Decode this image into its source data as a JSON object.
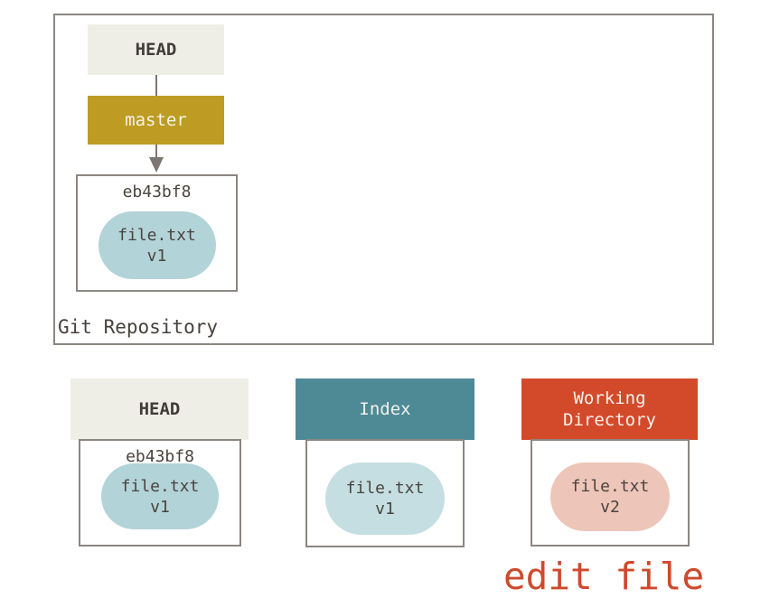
{
  "diagram": {
    "repo": {
      "label": "Git Repository",
      "head_label": "HEAD",
      "branch_label": "master",
      "commit": {
        "hash": "eb43bf8",
        "file_name": "file.txt",
        "file_version": "v1"
      }
    },
    "columns": {
      "head": {
        "title": "HEAD",
        "hash": "eb43bf8",
        "file_name": "file.txt",
        "file_version": "v1"
      },
      "index": {
        "title": "Index",
        "file_name": "file.txt",
        "file_version": "v1"
      },
      "working": {
        "title": "Working Directory",
        "file_name": "file.txt",
        "file_version": "v2"
      }
    },
    "annotation": "edit file"
  },
  "colors": {
    "head_chip_bg": "#efeee6",
    "branch_chip_bg": "#be9c23",
    "index_chip_bg": "#4e8a96",
    "working_chip_bg": "#d34a2b",
    "file_pill_blue": "#b2d3d8",
    "file_pill_blue_light": "#c5dee1",
    "file_pill_pink": "#eec5b9",
    "box_border": "#8b8680",
    "connector": "#7c7772",
    "annotation_text": "#ce4a2d"
  }
}
